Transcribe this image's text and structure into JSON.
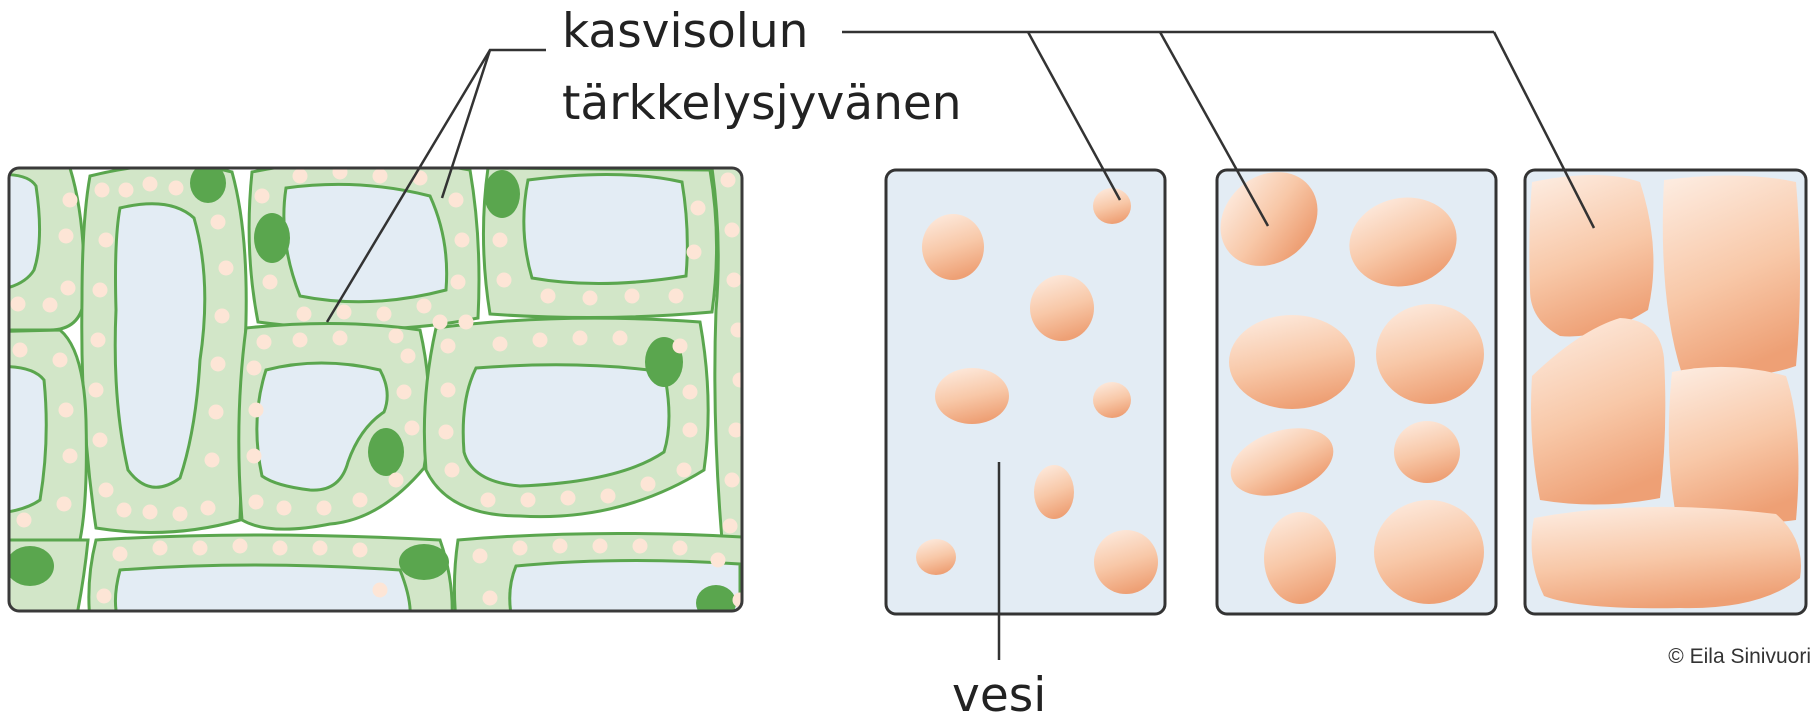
{
  "labels": {
    "top_line1": "kasvisolun",
    "top_line2": "tärkkelysjyvänen",
    "bottom": "vesi"
  },
  "credit": "© Eila Sinivuori",
  "colors": {
    "cell_fill": "#d2e6c8",
    "cell_wall": "#5aa64e",
    "chloroplast": "#5aa64e",
    "vacuole": "#e3ecf4",
    "starch_light": "#fde5d6",
    "starch_dark": "#f0a57a",
    "panel_border": "#333333",
    "leader_line": "#333333"
  }
}
